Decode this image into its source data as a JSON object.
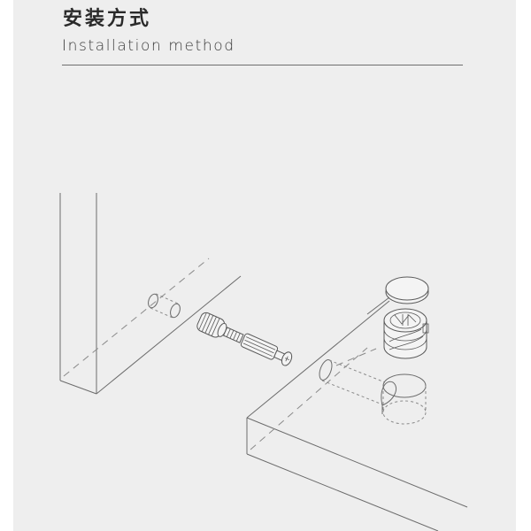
{
  "header": {
    "title": "安装方式",
    "subtitle": "Installation method"
  },
  "diagram": {
    "description": "Exploded isometric line drawing of a cam-lock furniture connector joining two boards",
    "parts": [
      {
        "name": "left-board",
        "label": ""
      },
      {
        "name": "dowel-hole",
        "label": ""
      },
      {
        "name": "connector-bolt",
        "label": ""
      },
      {
        "name": "cam-cap",
        "label": ""
      },
      {
        "name": "cam-lock",
        "label": ""
      },
      {
        "name": "cam-hole",
        "label": ""
      },
      {
        "name": "right-board",
        "label": ""
      }
    ],
    "colors": {
      "background": "#ffffff",
      "panel": "#eeeeee",
      "line": "#6c6c6c",
      "text": "#2a2a2a"
    }
  }
}
